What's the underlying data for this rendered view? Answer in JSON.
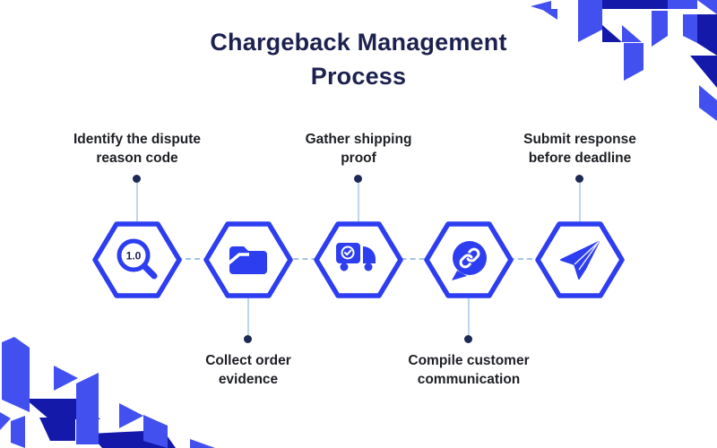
{
  "title": {
    "line1": "Chargeback Management",
    "line2": "Process"
  },
  "steps": [
    {
      "label": "Identify the dispute reason code",
      "icon": "magnifier-icon",
      "badge": "1.0",
      "label_position": "top"
    },
    {
      "label": "Collect order evidence",
      "icon": "open-folder-icon",
      "label_position": "bottom"
    },
    {
      "label": "Gather shipping proof",
      "icon": "delivery-truck-check-icon",
      "label_position": "top"
    },
    {
      "label": "Compile customer communication",
      "icon": "chat-link-icon",
      "label_position": "bottom"
    },
    {
      "label": "Submit response before deadline",
      "icon": "paper-plane-icon",
      "label_position": "top"
    }
  ],
  "colors": {
    "primary_blue": "#2d3ef0",
    "decor_blue": "#4350f0",
    "decor_navy": "#1519aa",
    "title_navy": "#1c2150",
    "label_text": "#1d1f24",
    "connector_dashed": "#a4c4e4",
    "connector_vertical": "#bed6ee",
    "dot_navy": "#1e2a55"
  }
}
